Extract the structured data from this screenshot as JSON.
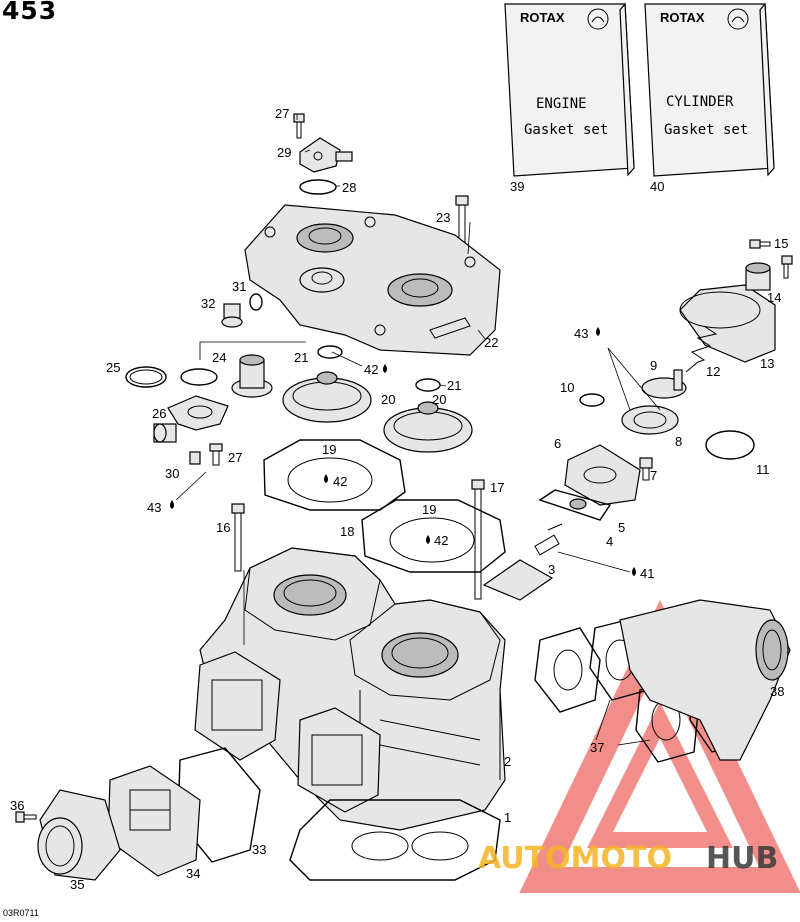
{
  "page_title": "453",
  "figure_ref": "03R0711",
  "kits": [
    {
      "brand": "ROTAX",
      "line1": "ENGINE",
      "line2": "Gasket set",
      "number": "39"
    },
    {
      "brand": "ROTAX",
      "line1": "CYLINDER",
      "line2": "Gasket set",
      "number": "40"
    }
  ],
  "callouts": {
    "c1": "1",
    "c2": "2",
    "c3": "3",
    "c4": "4",
    "c5": "5",
    "c6": "6",
    "c7": "7",
    "c8": "8",
    "c9": "9",
    "c10": "10",
    "c11": "11",
    "c12": "12",
    "c13": "13",
    "c14": "14",
    "c15": "15",
    "c16": "16",
    "c17": "17",
    "c18": "18",
    "c19a": "19",
    "c19b": "19",
    "c20a": "20",
    "c20b": "20",
    "c21a": "21",
    "c21b": "21",
    "c22": "22",
    "c23": "23",
    "c24": "24",
    "c25": "25",
    "c26": "26",
    "c27a": "27",
    "c27b": "27",
    "c28": "28",
    "c29": "29",
    "c30": "30",
    "c31": "31",
    "c32": "32",
    "c33": "33",
    "c34": "34",
    "c35": "35",
    "c36": "36",
    "c37": "37",
    "c38": "38",
    "c41": "41",
    "c42a": "42",
    "c42b": "42",
    "c42c": "42",
    "c43a": "43",
    "c43b": "43"
  },
  "watermark": {
    "part1": "AUTOMOTO",
    "part2": "HUB",
    "color1": "#f5b324",
    "color2": "#3a3a3a",
    "logo_color": "#e8322b"
  }
}
